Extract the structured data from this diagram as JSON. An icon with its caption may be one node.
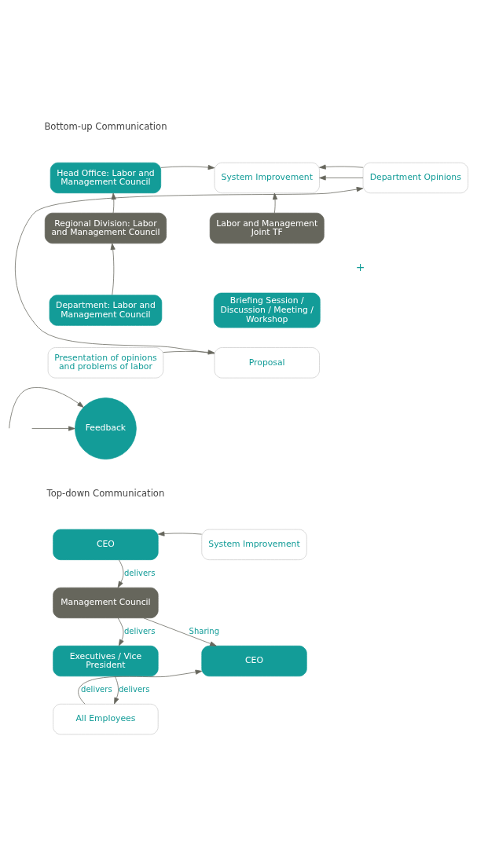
{
  "diagram": {
    "nodes": [
      {
        "text": [
          "Head Office: Labor and Management Council"
        ]
      },
      {
        "text": [
          "System Improvement"
        ]
      },
      {
        "text": [
          "Department Opinions"
        ]
      },
      {
        "text": [
          "Regional Division: Labor and Management Council"
        ]
      },
      {
        "text": [
          "Labor and Management Joint TF"
        ]
      },
      {
        "text": [
          "Department: Labor and Management Council"
        ]
      },
      {
        "text": [
          "Briefing Session / Discussion / Meeting / Workshop"
        ]
      },
      {
        "text": [
          "Presentation of opinions and problems of labor"
        ]
      },
      {
        "text": [
          "Proposal"
        ]
      },
      {
        "text": [
          "Feedback"
        ]
      },
      {
        "text": [
          "CEO"
        ]
      },
      {
        "text": [
          "System Improvement"
        ]
      },
      {
        "text": [
          "Management Council"
        ]
      },
      {
        "text": [
          "Executives / Vice President"
        ]
      },
      {
        "text": [
          "CEO"
        ]
      },
      {
        "text": [
          "All Employees"
        ]
      }
    ],
    "edges": [
      {
        "from": 0,
        "to": 1,
        "arrow": "to"
      },
      {
        "from": 2,
        "to": 1,
        "arrow": "to"
      },
      {
        "from": 2,
        "to": 1,
        "arrow": "to"
      },
      {
        "from": 3,
        "to": 0,
        "arrow": "to"
      },
      {
        "from": 4,
        "to": 1,
        "arrow": "to"
      },
      {
        "from": 5,
        "to": 3,
        "arrow": "to"
      },
      {
        "from": 7,
        "to": 8,
        "arrow": "to"
      },
      {
        "from": 8,
        "to": 2,
        "arrow": "to"
      },
      {
        "from": null,
        "to": 9,
        "arrow": "to"
      },
      {
        "from": null,
        "to": 9,
        "arrow": "to"
      },
      {
        "from": 11,
        "to": 10,
        "arrow": "to"
      },
      {
        "from": 10,
        "to": 12,
        "label": "delivers",
        "arrow": "to"
      },
      {
        "from": 12,
        "to": 13,
        "label": "delivers",
        "arrow": "to"
      },
      {
        "from": 13,
        "to": 15,
        "label": "delivers",
        "arrow": "to"
      },
      {
        "from": 12,
        "to": 14,
        "label": "Sharing",
        "arrow": "to"
      },
      {
        "from": 15,
        "to": 14,
        "label": "delivers",
        "arrow": "to"
      }
    ],
    "labels": [
      "Bottom-up Communication",
      "+",
      "Top-down Communication"
    ]
  }
}
